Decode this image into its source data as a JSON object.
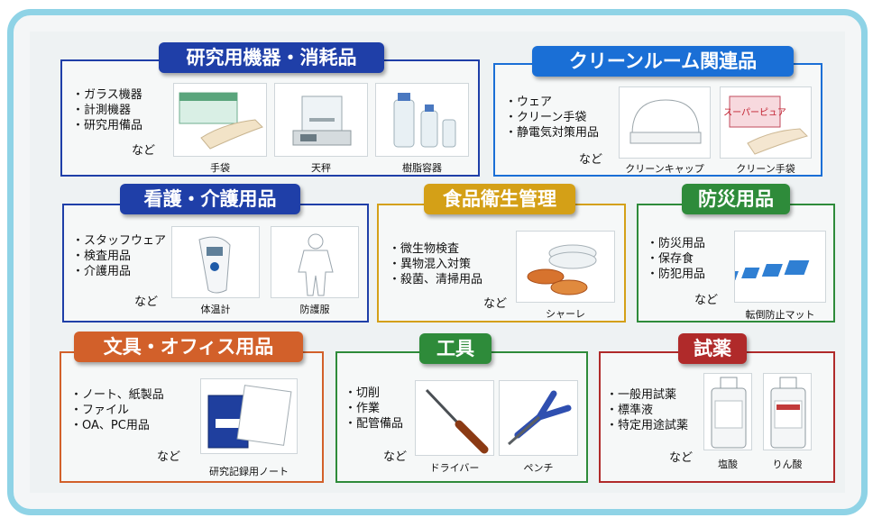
{
  "sections": {
    "lab": {
      "title": "研究用機器・消耗品",
      "color": "#1f3fa8",
      "items": [
        "ガラス機器",
        "計測機器",
        "研究用備品"
      ],
      "etc": "など",
      "photos": [
        "手袋",
        "天秤",
        "樹脂容器"
      ]
    },
    "clean": {
      "title": "クリーンルーム関連品",
      "color": "#1a6fd6",
      "items": [
        "ウェア",
        "クリーン手袋",
        "静電気対策用品"
      ],
      "etc": "など",
      "photos": [
        "クリーンキャップ",
        "クリーン手袋"
      ],
      "glove_box_text": "スーパーピュア"
    },
    "nursing": {
      "title": "看護・介護用品",
      "color": "#1f3fa8",
      "items": [
        "スタッフウェア",
        "検査用品",
        "介護用品"
      ],
      "etc": "など",
      "photos": [
        "体温計",
        "防護服"
      ]
    },
    "food": {
      "title": "食品衛生管理",
      "color": "#d4a017",
      "items": [
        "微生物検査",
        "異物混入対策",
        "殺菌、清掃用品"
      ],
      "etc": "など",
      "photos": [
        "シャーレ"
      ]
    },
    "disaster": {
      "title": "防災用品",
      "color": "#2e8b3a",
      "items": [
        "防災用品",
        "保存食",
        "防犯用品"
      ],
      "etc": "など",
      "photos": [
        "転倒防止マット"
      ]
    },
    "office": {
      "title": "文具・オフィス用品",
      "color": "#d2602a",
      "items": [
        "ノート、紙製品",
        "ファイル",
        "OA、PC用品"
      ],
      "etc": "など",
      "photos": [
        "研究記録用ノート"
      ]
    },
    "tools": {
      "title": "工具",
      "color": "#2e8b3a",
      "items": [
        "切削",
        "作業",
        "配管備品"
      ],
      "etc": "など",
      "photos": [
        "ドライバー",
        "ペンチ"
      ]
    },
    "reagents": {
      "title": "試薬",
      "color": "#b02a2a",
      "items": [
        "一般用試薬",
        "標準液",
        "特定用途試薬"
      ],
      "etc": "など",
      "photos": [
        "塩酸",
        "りん酸"
      ]
    }
  }
}
